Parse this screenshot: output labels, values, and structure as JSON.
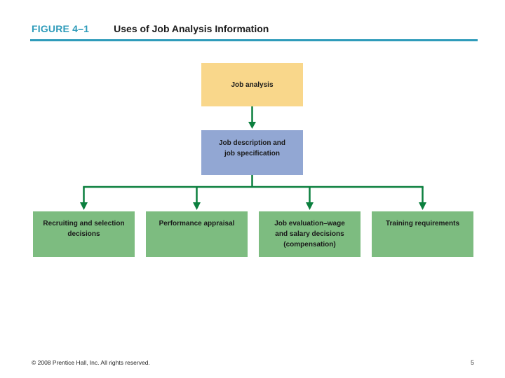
{
  "colors": {
    "accent_teal": "#2E9BBA",
    "box_yellow": "#F9D78B",
    "box_blue": "#92A7D3",
    "box_green": "#7DBC80",
    "connector_green": "#0B7F3E",
    "text_dark": "#1A1A1A"
  },
  "header": {
    "figure_label": "FIGURE 4–1",
    "title": "Uses of Job Analysis Information"
  },
  "diagram": {
    "root": "Job analysis",
    "middle": "Job description and\njob specification",
    "leaves": [
      "Recruiting and selection\ndecisions",
      "Performance appraisal",
      "Job evaluation–wage\nand salary decisions\n(compensation)",
      "Training requirements"
    ]
  },
  "footer": {
    "copyright": "© 2008 Prentice Hall, Inc. All rights reserved.",
    "page_number": "5"
  }
}
